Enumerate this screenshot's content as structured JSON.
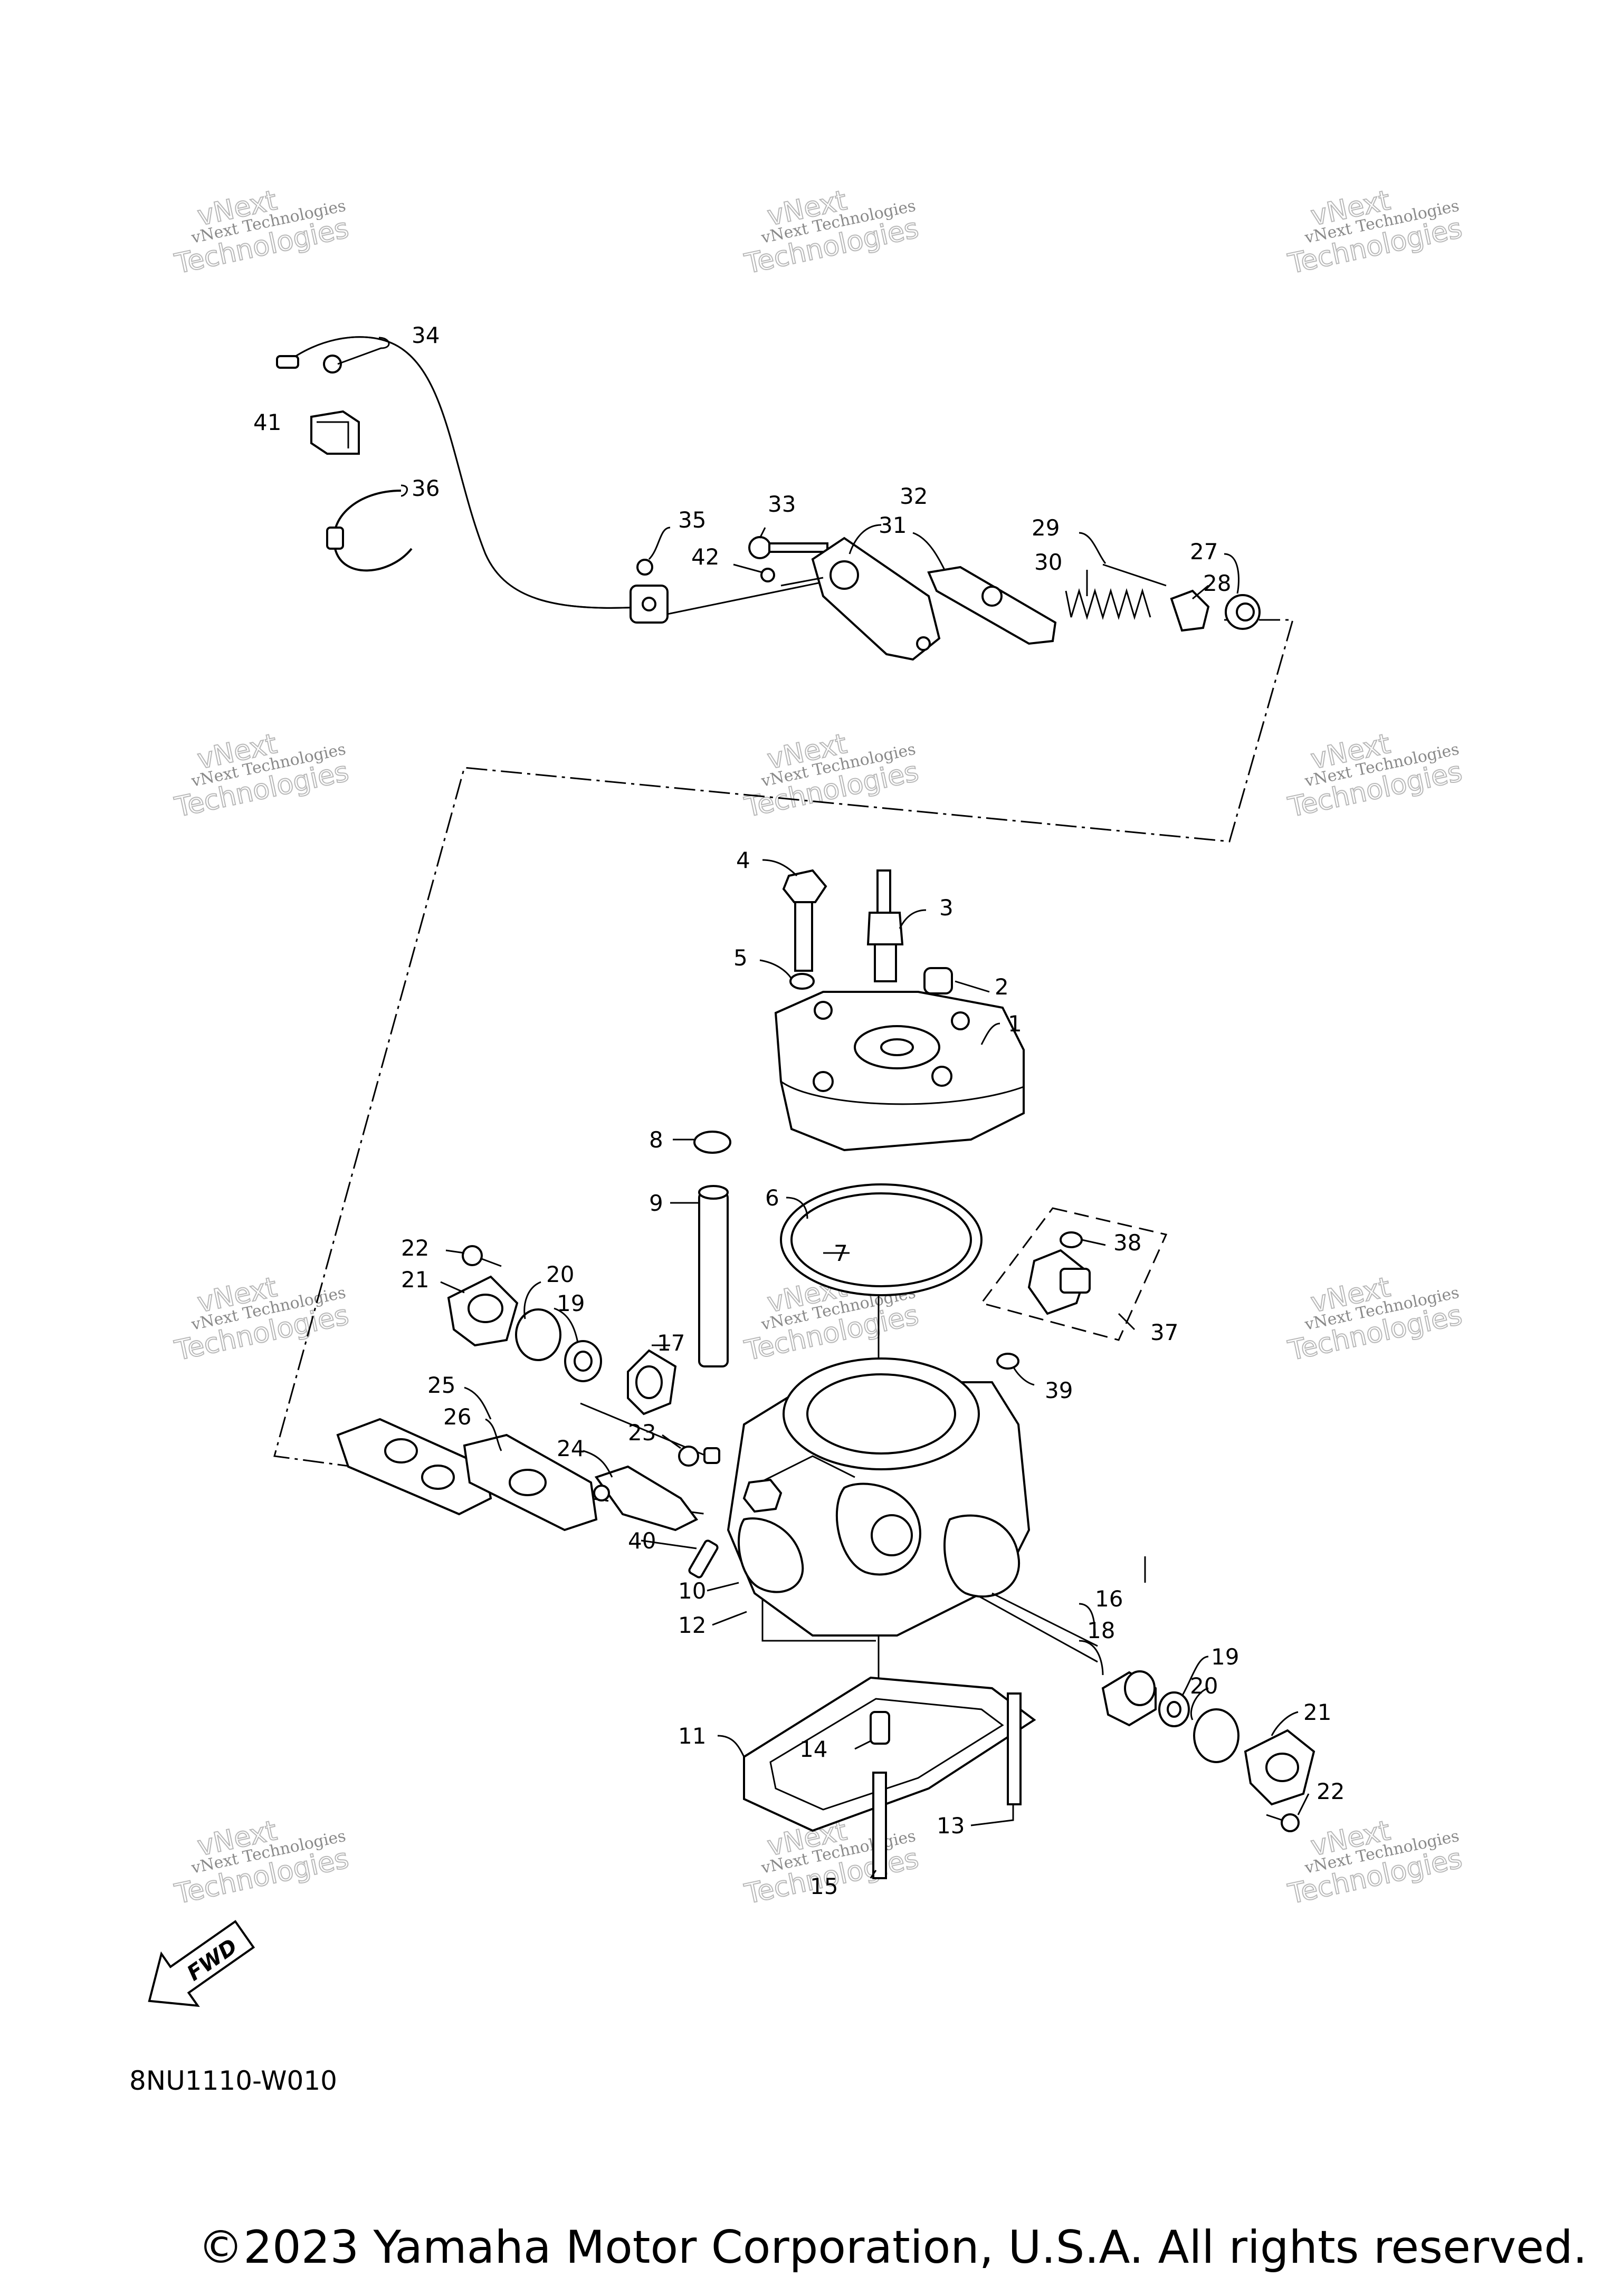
{
  "diagram": {
    "code": "8NU1110-W010",
    "copyright": "©2023 Yamaha Motor Corporation, U.S.A. All rights reserved.",
    "fwd_label": "FWD",
    "watermark": {
      "line1": "vNext Technologies",
      "line2": "Technologies",
      "line3": "vNext"
    },
    "callouts": [
      "1",
      "2",
      "3",
      "4",
      "5",
      "6",
      "7",
      "8",
      "9",
      "10",
      "11",
      "12",
      "13",
      "14",
      "15",
      "16",
      "17",
      "18",
      "19",
      "20",
      "21",
      "22",
      "23",
      "24",
      "25",
      "26",
      "27",
      "28",
      "29",
      "30",
      "31",
      "32",
      "33",
      "34",
      "35",
      "36",
      "37",
      "38",
      "39",
      "40",
      "41",
      "42",
      "19",
      "20",
      "21",
      "22"
    ]
  }
}
